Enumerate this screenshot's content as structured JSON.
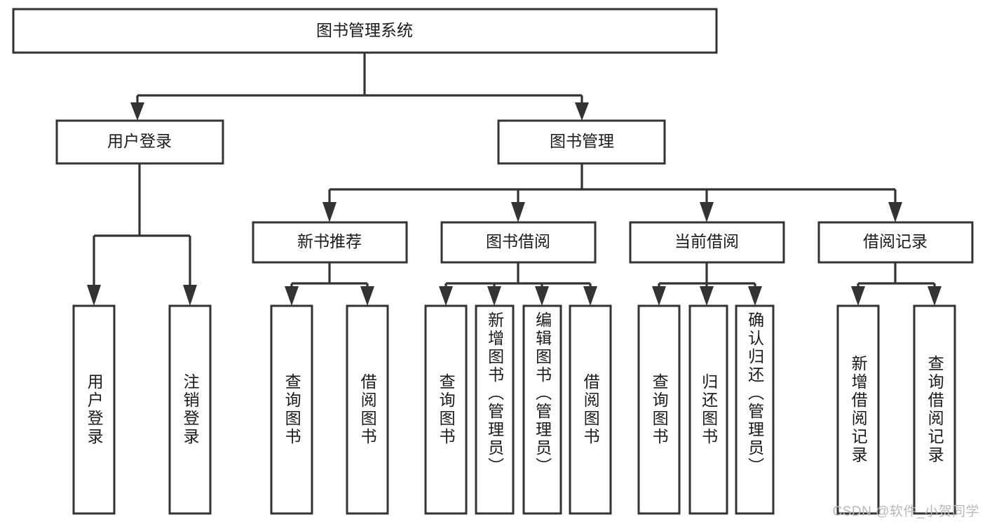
{
  "diagram": {
    "type": "hierarchy-tree",
    "title": "图书管理系统",
    "watermark": "CSDN @软件_小贺同学",
    "colors": {
      "box_stroke": "#333333",
      "box_fill": "#ffffff",
      "text": "#1a1a1a",
      "connector": "#333333",
      "background": "#ffffff",
      "watermark": "#b8b8b8"
    },
    "root": {
      "label": "图书管理系统"
    },
    "level2": [
      {
        "label": "用户登录"
      },
      {
        "label": "图书管理"
      }
    ],
    "level3": [
      {
        "label": "新书推荐"
      },
      {
        "label": "图书借阅"
      },
      {
        "label": "当前借阅"
      },
      {
        "label": "借阅记录"
      }
    ],
    "leaves": {
      "user_login": [
        {
          "label": "用户登录"
        },
        {
          "label": "注销登录"
        }
      ],
      "new_book_recommend": [
        {
          "label": "查询图书"
        },
        {
          "label": "借阅图书"
        }
      ],
      "book_borrow": [
        {
          "label": "查询图书"
        },
        {
          "label": "新增图书（管理员）"
        },
        {
          "label": "编辑图书（管理员）"
        },
        {
          "label": "借阅图书"
        }
      ],
      "current_borrow": [
        {
          "label": "查询图书"
        },
        {
          "label": "归还图书"
        },
        {
          "label": "确认归还（管理员）"
        }
      ],
      "borrow_record": [
        {
          "label": "新增借阅记录"
        },
        {
          "label": "查询借阅记录"
        }
      ]
    }
  }
}
